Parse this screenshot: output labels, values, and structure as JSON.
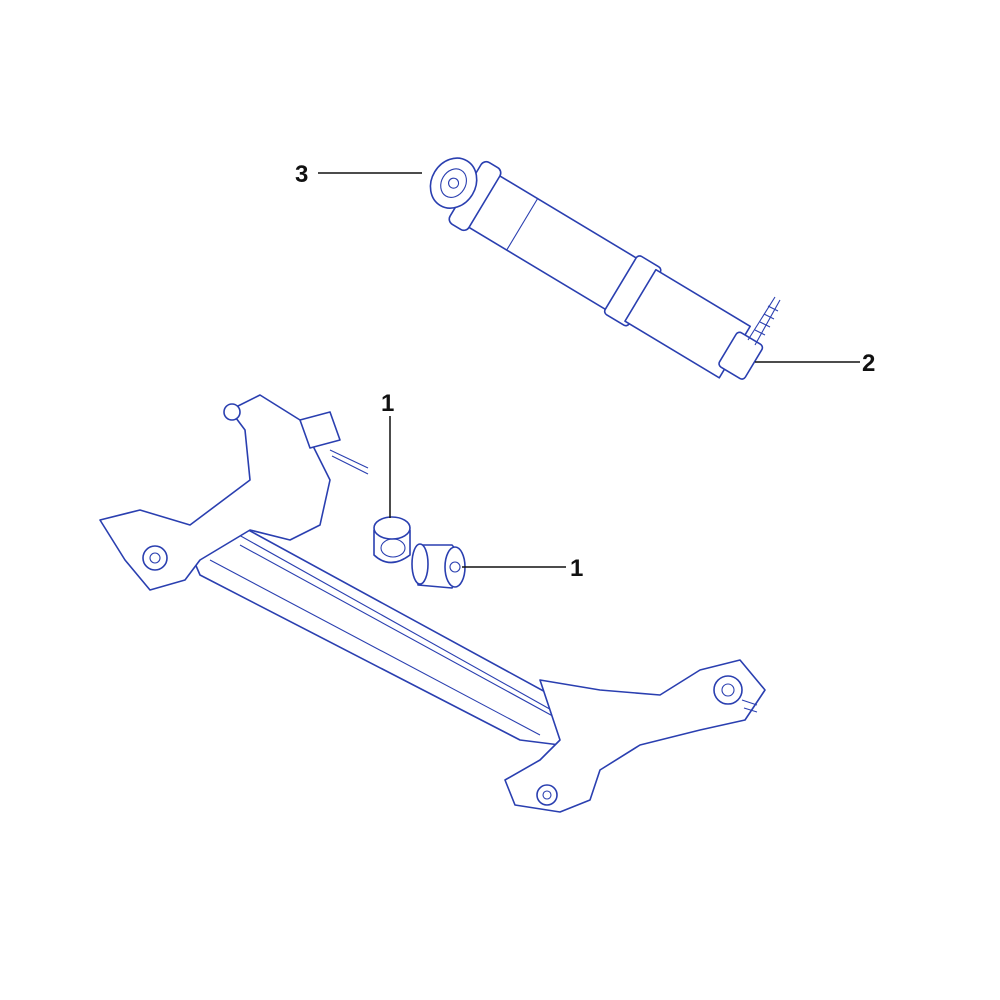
{
  "diagram": {
    "callouts": [
      {
        "id": "shock-mount-bushing",
        "label": "3"
      },
      {
        "id": "shock-absorber",
        "label": "2"
      },
      {
        "id": "axle-bushing-upper",
        "label": "1"
      },
      {
        "id": "axle-bushing-right",
        "label": "1"
      }
    ],
    "line_color": "#2a3fb0",
    "label_color": "#111111"
  }
}
